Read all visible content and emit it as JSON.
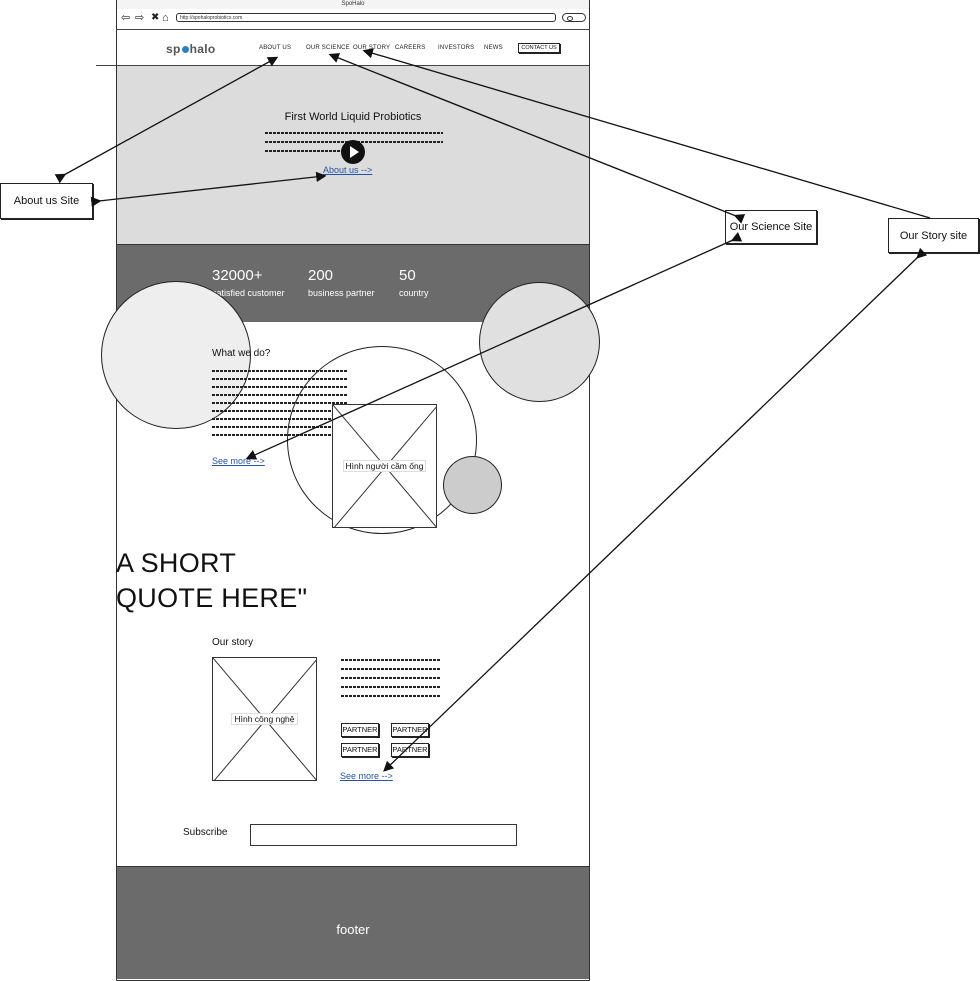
{
  "browser": {
    "title": "SpoHalo",
    "url": "http://spohaloprobiotics.com",
    "nav_glyphs": {
      "back": "⇦",
      "forward": "⇨",
      "stop": "✖",
      "home": "⌂"
    }
  },
  "header": {
    "logo_left": "sp",
    "logo_right": "halo",
    "nav": [
      "ABOUT US",
      "OUR SCIENCE",
      "OUR STORY",
      "CAREERS",
      "INVESTORS",
      "NEWS"
    ],
    "contact_label": "CONTACT US"
  },
  "hero": {
    "title": "First World Liquid Probiotics",
    "link": "About us -->"
  },
  "stats": [
    {
      "value": "32000+",
      "label": "satisfied customer"
    },
    {
      "value": "200",
      "label": "business partner"
    },
    {
      "value": "50",
      "label": "country"
    }
  ],
  "what_we_do": {
    "title": "What we do?",
    "image_label": "Hình người cầm ống",
    "link": "See more -->"
  },
  "quote": {
    "line1": "A SHORT",
    "line2": "QUOTE HERE\""
  },
  "story": {
    "title": "Our story",
    "image_label": "Hình công nghệ",
    "partners": [
      "PARTNER",
      "PARTNER",
      "PARTNER",
      "PARTNER"
    ],
    "link": "See more -->"
  },
  "subscribe": {
    "label": "Subscribe",
    "value": ""
  },
  "footer": {
    "text": "footer"
  },
  "annotations": {
    "about": "About us Site",
    "science": "Our Science Site",
    "story": "Our Story site"
  },
  "colors": {
    "hero_bg": "#dcdcdc",
    "band_bg": "#6b6b6b",
    "link": "#2255aa",
    "logo_dot": "#2a7fc9"
  }
}
